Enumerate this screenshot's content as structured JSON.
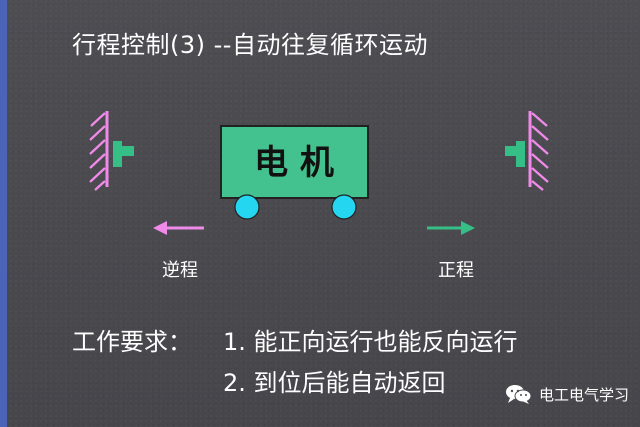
{
  "title": "行程控制(3) --自动往复循环运动",
  "motor": {
    "label": "电 机"
  },
  "directions": {
    "reverse": "逆程",
    "forward": "正程"
  },
  "requirements": {
    "heading": "工作要求：",
    "item1": "1. 能正向运行也能反向运行",
    "item2": "2. 到位后能自动返回"
  },
  "watermark": {
    "text": "电工电气学习",
    "icon": "wechat-icon"
  },
  "colors": {
    "background": "#4b4b4f",
    "left_stripe": "#4b64b8",
    "motor_green": "#43c28f",
    "wheel_cyan": "#25d6f0",
    "switch_pink": "#f08ae9",
    "switch_green": "#35bf86",
    "text": "#ffffff"
  }
}
